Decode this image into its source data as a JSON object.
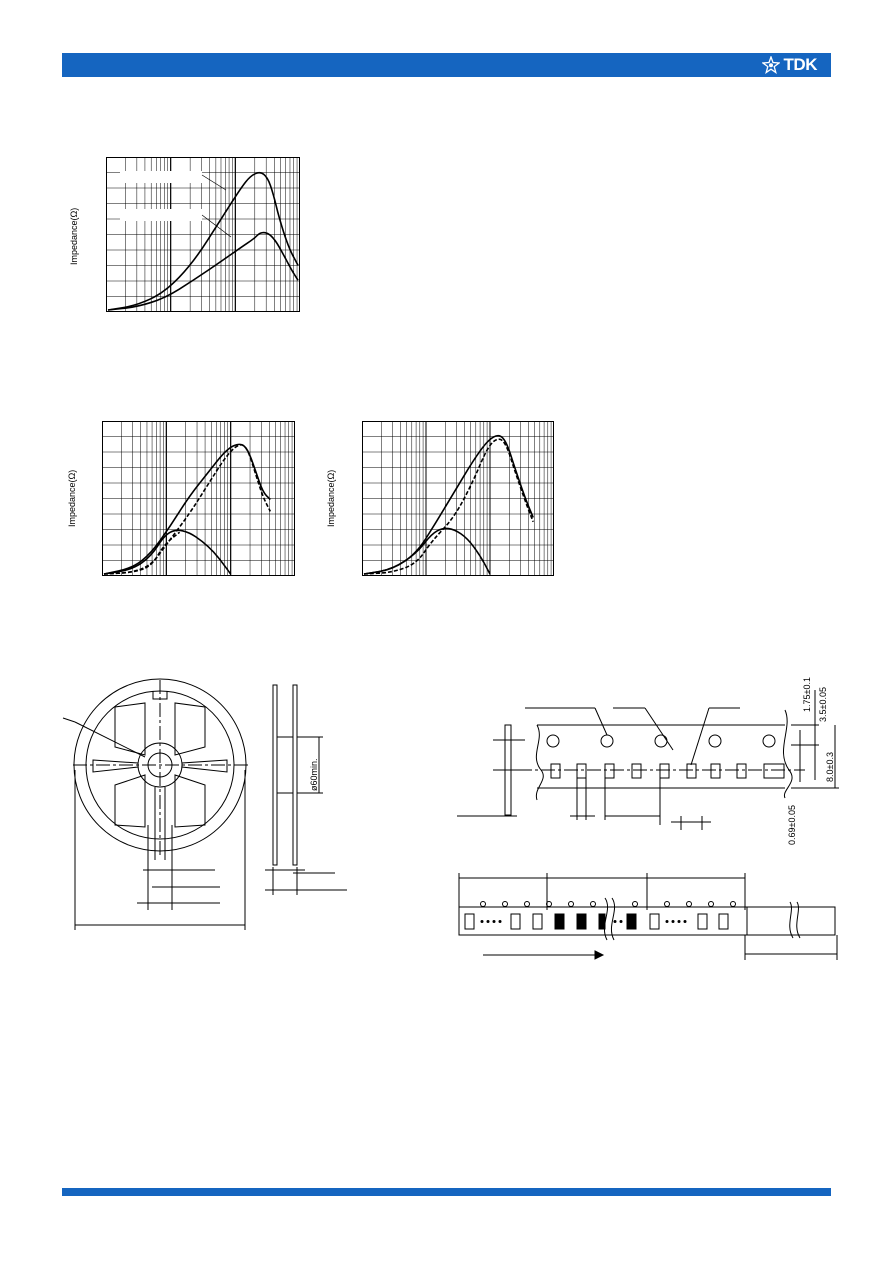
{
  "header": {
    "bar_color": "#1565c0",
    "logo_text": "TDK",
    "logo_icon": "tdk-star-logo-icon"
  },
  "charts": {
    "ylabel": "Impedance(Ω)"
  },
  "reel": {
    "dim_hub": "ø60min."
  },
  "tape": {
    "dim_1": "1.75±0.1",
    "dim_2": "3.5±0.05",
    "dim_3": "8.0±0.3",
    "dim_4": "0.69±0.05"
  },
  "chart_data": [
    {
      "type": "line",
      "ylabel": "Impedance(Ω)",
      "x_scale": "log",
      "x_range_normalized": [
        0,
        1
      ],
      "y_range_normalized": [
        0,
        1
      ],
      "series": [
        {
          "style": "solid",
          "x": [
            0.0,
            0.15,
            0.3,
            0.45,
            0.6,
            0.7,
            0.75,
            0.8,
            0.84,
            0.87,
            0.9,
            0.95,
            1.0
          ],
          "y": [
            0.0,
            0.03,
            0.12,
            0.32,
            0.62,
            0.82,
            0.9,
            0.93,
            0.89,
            0.78,
            0.62,
            0.42,
            0.3
          ]
        },
        {
          "style": "solid",
          "x": [
            0.0,
            0.15,
            0.3,
            0.45,
            0.6,
            0.7,
            0.77,
            0.8,
            0.84,
            0.88,
            0.92,
            0.97,
            1.0
          ],
          "y": [
            0.0,
            0.02,
            0.08,
            0.2,
            0.33,
            0.42,
            0.48,
            0.52,
            0.52,
            0.47,
            0.38,
            0.26,
            0.2
          ]
        }
      ]
    },
    {
      "type": "line",
      "ylabel": "Impedance(Ω)",
      "x_scale": "log",
      "x_range_normalized": [
        0,
        1
      ],
      "y_range_normalized": [
        0,
        1
      ],
      "series": [
        {
          "style": "solid",
          "x": [
            0.0,
            0.15,
            0.25,
            0.35,
            0.45,
            0.55,
            0.65,
            0.72,
            0.76,
            0.8,
            0.84,
            0.88
          ],
          "y": [
            0.0,
            0.04,
            0.14,
            0.32,
            0.52,
            0.68,
            0.84,
            0.88,
            0.84,
            0.7,
            0.55,
            0.5
          ]
        },
        {
          "style": "dashed",
          "x": [
            0.0,
            0.15,
            0.25,
            0.32,
            0.45,
            0.55,
            0.65,
            0.72,
            0.76,
            0.8,
            0.84,
            0.88
          ],
          "y": [
            0.0,
            0.01,
            0.06,
            0.18,
            0.4,
            0.6,
            0.8,
            0.88,
            0.84,
            0.68,
            0.52,
            0.42
          ]
        },
        {
          "style": "solid",
          "x": [
            0.0,
            0.15,
            0.25,
            0.32,
            0.38,
            0.45,
            0.52,
            0.58,
            0.63,
            0.67
          ],
          "y": [
            0.0,
            0.03,
            0.12,
            0.26,
            0.3,
            0.28,
            0.22,
            0.15,
            0.07,
            0.0
          ]
        },
        {
          "style": "dashed",
          "x": [
            0.0,
            0.15,
            0.25,
            0.32,
            0.4
          ],
          "y": [
            0.0,
            0.01,
            0.05,
            0.2,
            0.28
          ]
        }
      ]
    },
    {
      "type": "line",
      "ylabel": "Impedance(Ω)",
      "x_scale": "log",
      "x_range_normalized": [
        0,
        1
      ],
      "y_range_normalized": [
        0,
        1
      ],
      "series": [
        {
          "style": "solid",
          "x": [
            0.0,
            0.15,
            0.28,
            0.38,
            0.48,
            0.58,
            0.66,
            0.72,
            0.76,
            0.8,
            0.86,
            0.9
          ],
          "y": [
            0.0,
            0.03,
            0.14,
            0.34,
            0.55,
            0.76,
            0.9,
            0.94,
            0.88,
            0.72,
            0.5,
            0.38
          ]
        },
        {
          "style": "dashed",
          "x": [
            0.0,
            0.15,
            0.28,
            0.36,
            0.48,
            0.58,
            0.66,
            0.72,
            0.76,
            0.8,
            0.86,
            0.9
          ],
          "y": [
            0.0,
            0.01,
            0.07,
            0.22,
            0.38,
            0.62,
            0.86,
            0.92,
            0.86,
            0.7,
            0.48,
            0.35
          ]
        },
        {
          "style": "solid",
          "x": [
            0.0,
            0.15,
            0.28,
            0.36,
            0.42,
            0.48,
            0.55,
            0.62,
            0.67
          ],
          "y": [
            0.0,
            0.03,
            0.14,
            0.27,
            0.31,
            0.3,
            0.24,
            0.12,
            0.0
          ]
        }
      ]
    }
  ]
}
